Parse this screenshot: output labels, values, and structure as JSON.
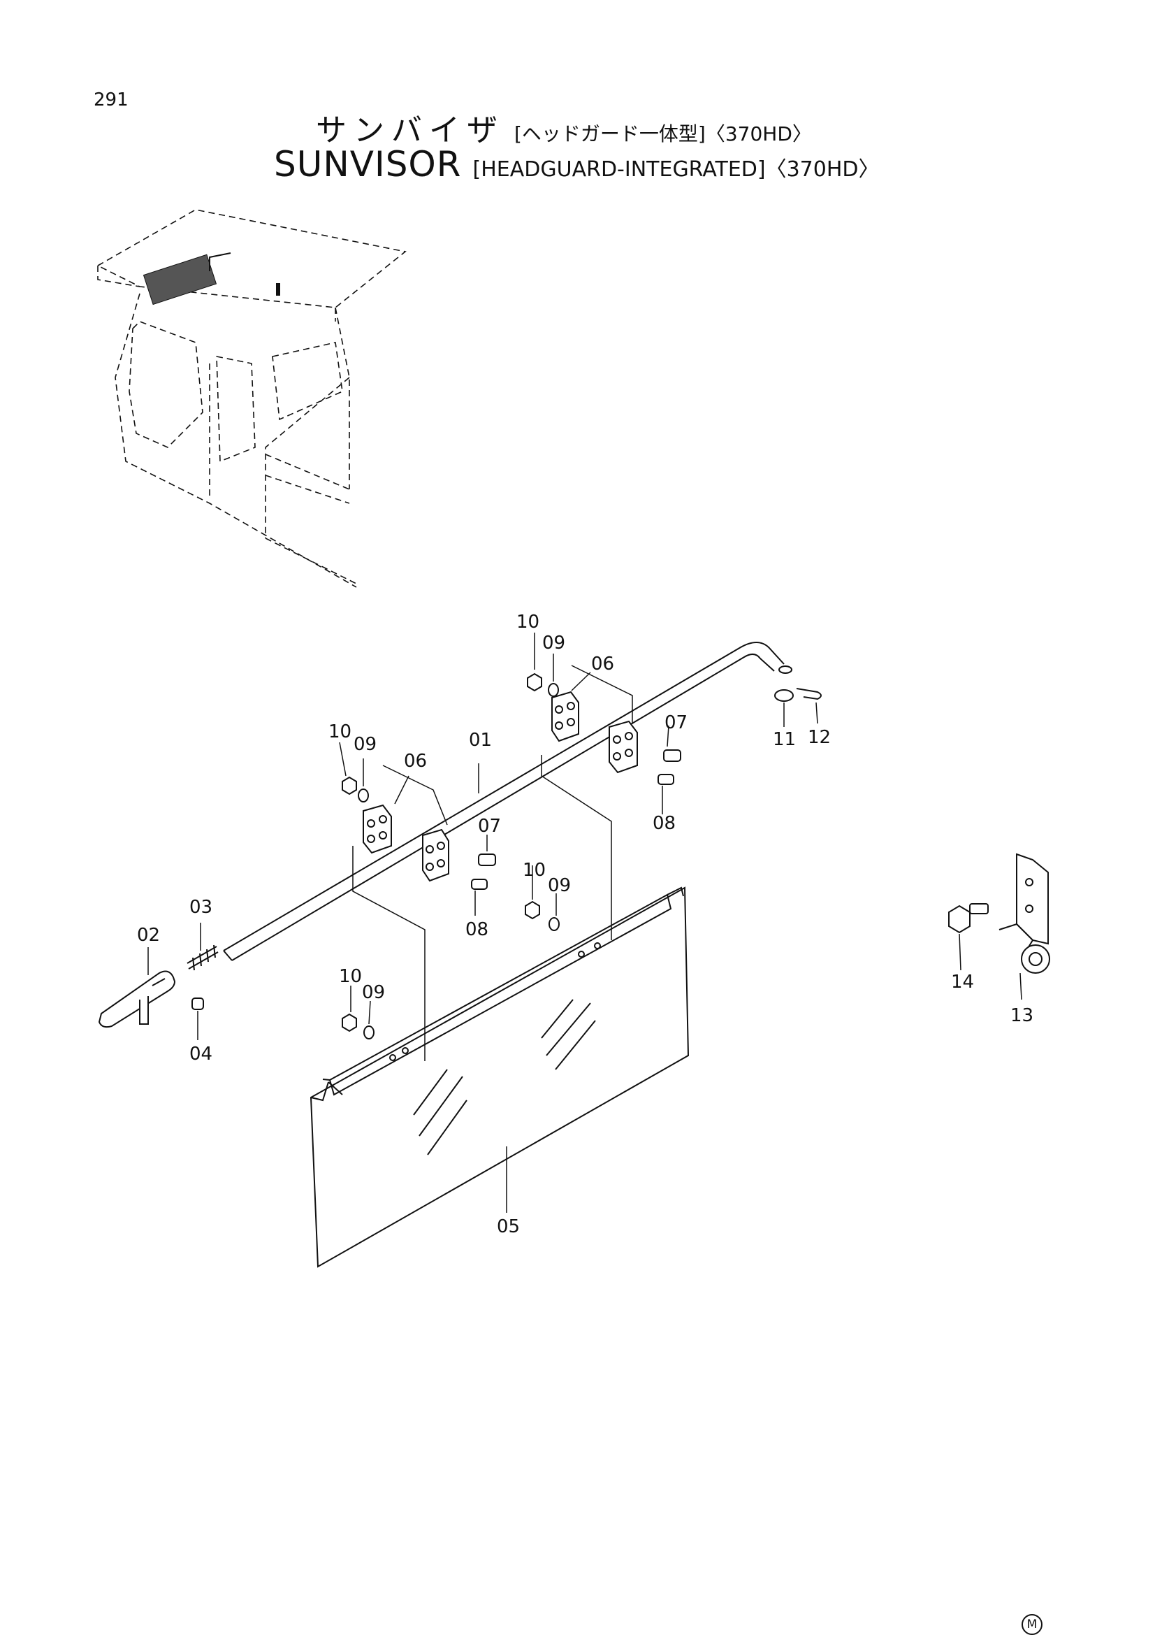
{
  "page_number": "291",
  "title_jp": {
    "main": "サンバイザ",
    "sub": "[ヘッドガード一体型]〈370HD〉"
  },
  "title_en": {
    "main": "SUNVISOR",
    "sub": "[HEADGUARD-INTEGRATED]〈370HD〉"
  },
  "callouts": {
    "c01": "01",
    "c02": "02",
    "c03": "03",
    "c04": "04",
    "c05": "05",
    "c06a": "06",
    "c06b": "06",
    "c07a": "07",
    "c07b": "07",
    "c08a": "08",
    "c08b": "08",
    "c09a": "09",
    "c09b": "09",
    "c09c": "09",
    "c09d": "09",
    "c10a": "10",
    "c10b": "10",
    "c10c": "10",
    "c10d": "10",
    "c11": "11",
    "c12": "12",
    "c13": "13",
    "c14": "14"
  },
  "mark": "M"
}
